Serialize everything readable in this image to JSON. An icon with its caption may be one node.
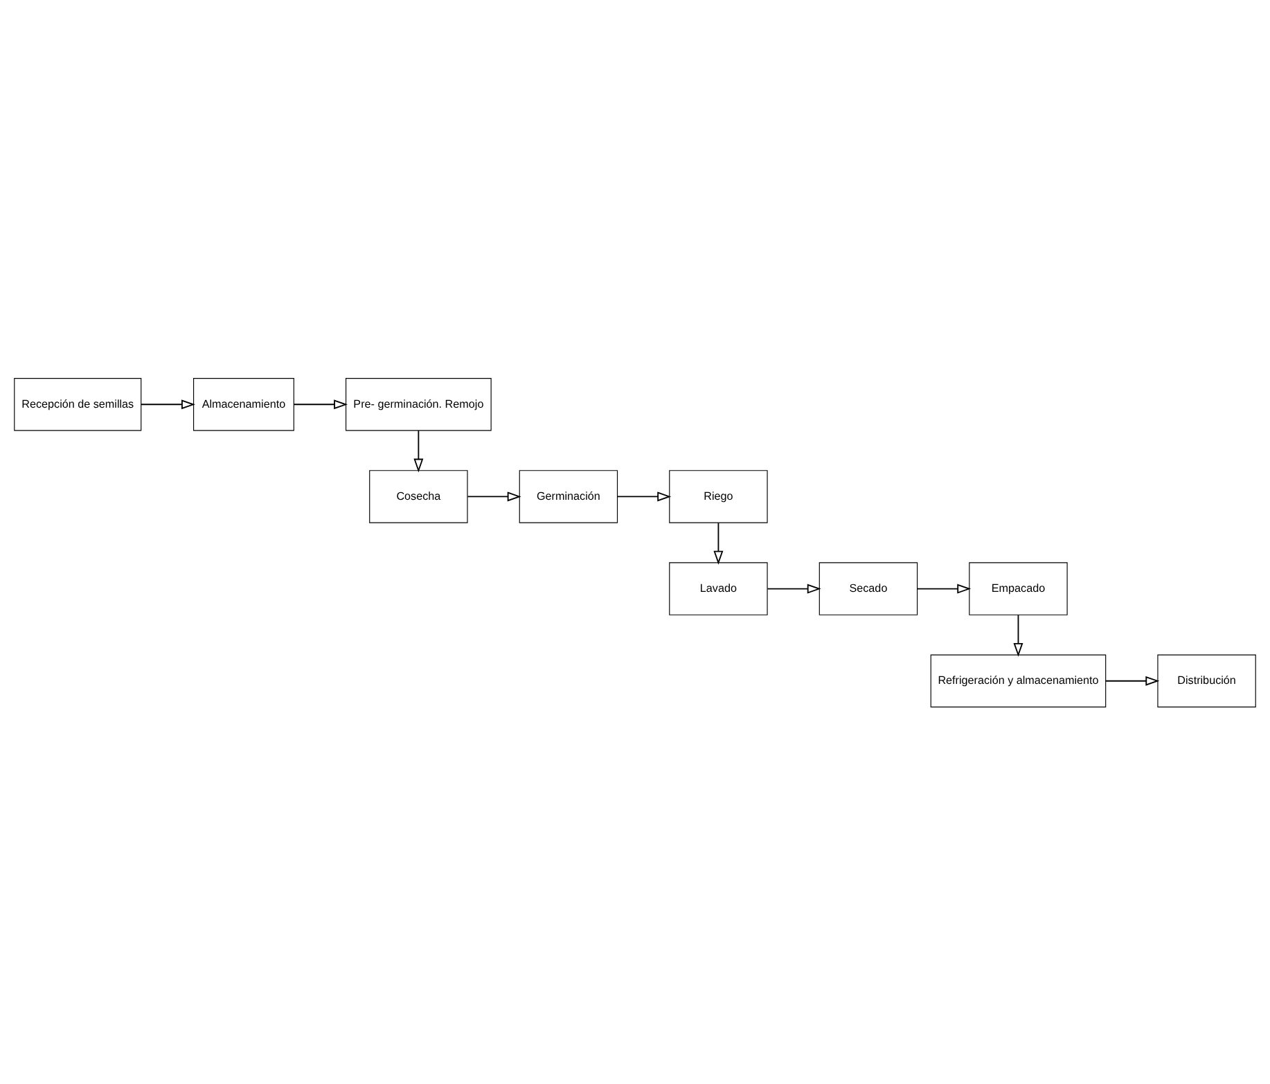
{
  "diagram": {
    "nodes": [
      {
        "text": [
          "Recepción de semillas"
        ]
      },
      {
        "text": [
          "Almacenamiento"
        ]
      },
      {
        "text": [
          "Pre- germinación. Remojo"
        ]
      },
      {
        "text": [
          "Cosecha"
        ]
      },
      {
        "text": [
          "Germinación"
        ]
      },
      {
        "text": [
          "Riego"
        ]
      },
      {
        "text": [
          "Lavado"
        ]
      },
      {
        "text": [
          "Secado"
        ]
      },
      {
        "text": [
          "Empacado"
        ]
      },
      {
        "text": [
          "Refrigeración y almacenamiento"
        ]
      },
      {
        "text": [
          "Distribución"
        ]
      }
    ],
    "edges": [
      {
        "from": 0,
        "to": 1,
        "arrow": "to"
      },
      {
        "from": 1,
        "to": 2,
        "arrow": "to"
      },
      {
        "from": 2,
        "to": 3,
        "arrow": "to"
      },
      {
        "from": 3,
        "to": 4,
        "arrow": "to"
      },
      {
        "from": 4,
        "to": 5,
        "arrow": "to"
      },
      {
        "from": 5,
        "to": 6,
        "arrow": "to"
      },
      {
        "from": 6,
        "to": 7,
        "arrow": "to"
      },
      {
        "from": 7,
        "to": 8,
        "arrow": "to"
      },
      {
        "from": 8,
        "to": 9,
        "arrow": "to"
      },
      {
        "from": 9,
        "to": 10,
        "arrow": "to"
      }
    ]
  }
}
